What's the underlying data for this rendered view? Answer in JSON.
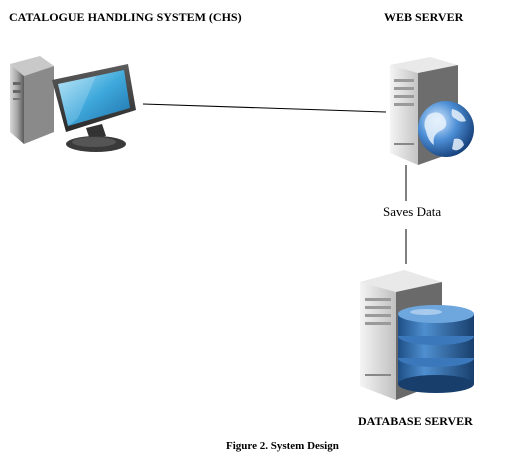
{
  "labels": {
    "client": "CATALOGUE HANDLING SYSTEM (CHS)",
    "web_server": "WEB SERVER",
    "database_server": "DATABASE SERVER",
    "connector": "Saves Data",
    "caption": "Figure 2. System Design"
  },
  "icons": {
    "client": "desktop-computer-icon",
    "web_server": "web-server-globe-icon",
    "database_server": "database-server-icon"
  }
}
